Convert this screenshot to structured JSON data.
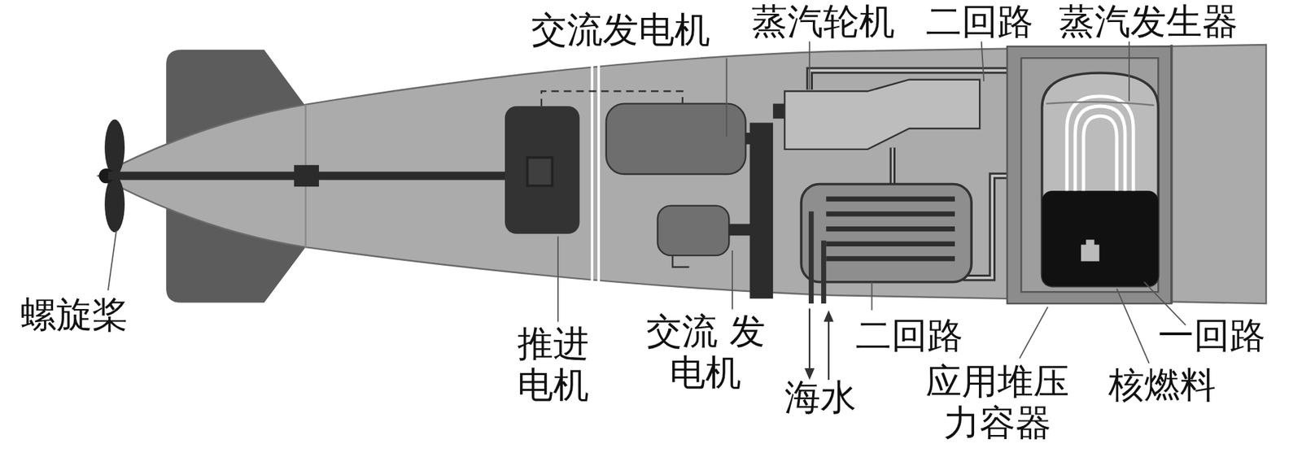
{
  "diagram": {
    "labels": [
      "交流发电机",
      "蒸汽轮机",
      "二回路",
      "蒸汽发生器",
      "螺旋桨",
      "推进 电机",
      "交流 发电机",
      "海水",
      "二回路",
      "应用堆压 力容器",
      "核燃料",
      "一回路"
    ]
  }
}
